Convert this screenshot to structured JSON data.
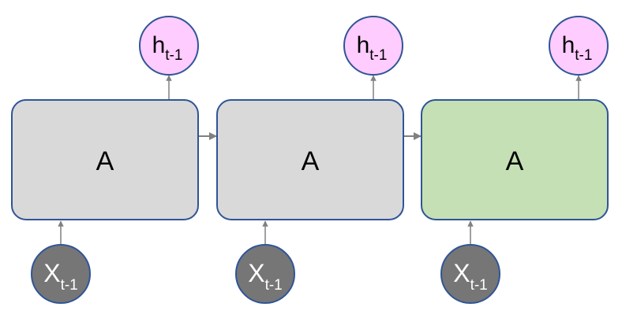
{
  "colors": {
    "cell_fill": "#d9d9d9",
    "cell_fill_highlight": "#c5e0b4",
    "cell_stroke": "#2f5597",
    "output_fill": "#ffccff",
    "input_fill": "#767676",
    "arrow": "#808080"
  },
  "cells": [
    {
      "label": "A",
      "highlight": false,
      "output": {
        "base": "h",
        "sub": "t-1"
      },
      "input": {
        "base": "X",
        "sub": "t-1"
      }
    },
    {
      "label": "A",
      "highlight": false,
      "output": {
        "base": "h",
        "sub": "t-1"
      },
      "input": {
        "base": "X",
        "sub": "t-1"
      }
    },
    {
      "label": "A",
      "highlight": true,
      "output": {
        "base": "h",
        "sub": "t-1"
      },
      "input": {
        "base": "X",
        "sub": "t-1"
      }
    }
  ]
}
